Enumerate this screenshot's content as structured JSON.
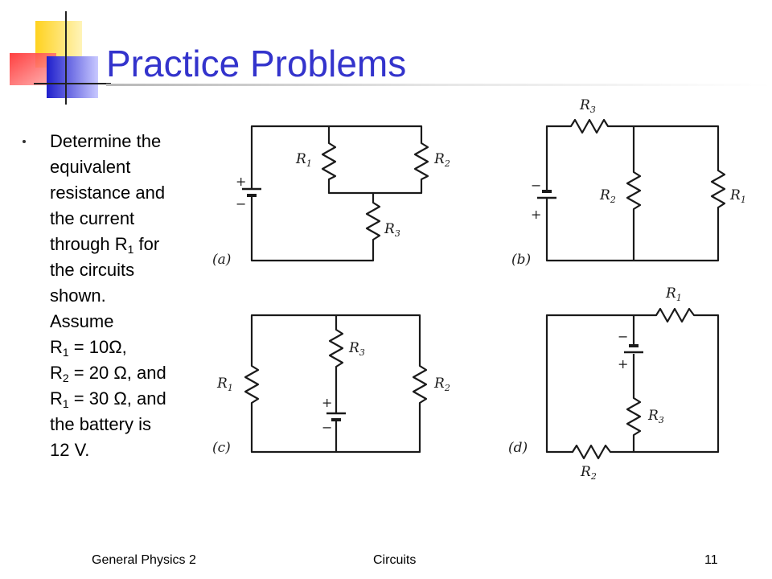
{
  "slide": {
    "title": "Practice Problems",
    "bullet": {
      "lines": {
        "l1": "Determine the",
        "l2": "equivalent",
        "l3": "resistance and",
        "l4": "the current",
        "l5_pre": "through R",
        "l5_sub": "1",
        "l5_post": " for",
        "l6": "the circuits",
        "l7": "shown.",
        "l8": "Assume",
        "l9_pre": "R",
        "l9_sub": "1",
        "l9_post": " = 10Ω,",
        "l10_pre": "R",
        "l10_sub": "2",
        "l10_post": " = 20  Ω, and",
        "l11_pre": "R",
        "l11_sub": "1",
        "l11_post": " = 30  Ω, and",
        "l12": "the battery is",
        "l13": "12 V."
      }
    }
  },
  "circuits": {
    "a": {
      "label": "(a)",
      "r1": "R",
      "r1_sub": "1",
      "r2": "R",
      "r2_sub": "2",
      "r3": "R",
      "r3_sub": "3",
      "plus": "+",
      "minus": "−"
    },
    "b": {
      "label": "(b)",
      "r1": "R",
      "r1_sub": "1",
      "r2": "R",
      "r2_sub": "2",
      "r3": "R",
      "r3_sub": "3",
      "plus": "+",
      "minus": "−"
    },
    "c": {
      "label": "(c)",
      "r1": "R",
      "r1_sub": "1",
      "r2": "R",
      "r2_sub": "2",
      "r3": "R",
      "r3_sub": "3",
      "plus": "+",
      "minus": "−"
    },
    "d": {
      "label": "(d)",
      "r1": "R",
      "r1_sub": "1",
      "r2": "R",
      "r2_sub": "2",
      "r3": "R",
      "r3_sub": "3",
      "plus": "+",
      "minus": "−"
    }
  },
  "footer": {
    "left": "General Physics 2",
    "center": "Circuits",
    "page": "11"
  },
  "colors": {
    "title": "#3333cc",
    "logo_yellow": "#ffd21f",
    "logo_red": "#ff3b3b",
    "logo_blue": "#2a2acc"
  }
}
